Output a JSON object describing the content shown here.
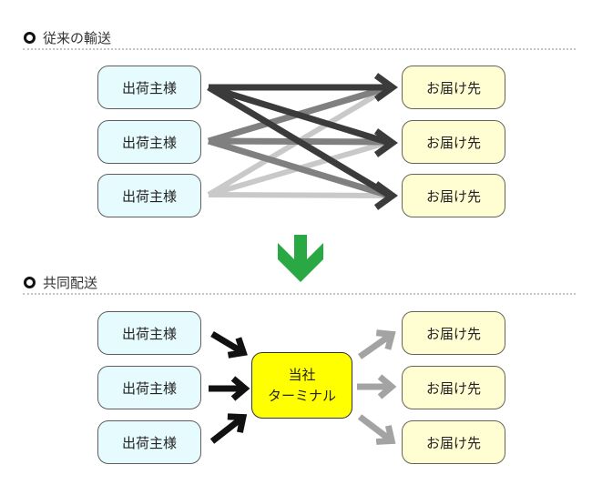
{
  "conventional": {
    "icon": "ring-bullet-icon",
    "title": "従来の輸送",
    "shippers": [
      "出荷主様",
      "出荷主様",
      "出荷主様"
    ],
    "destinations": [
      "お届け先",
      "お届け先",
      "お届け先"
    ]
  },
  "transition": {
    "icon": "green-down-arrow-icon"
  },
  "joint": {
    "icon": "ring-bullet-icon",
    "title": "共同配送",
    "shippers": [
      "出荷主様",
      "出荷主様",
      "出荷主様"
    ],
    "hub": {
      "line1": "当社",
      "line2": "ターミナル"
    },
    "destinations": [
      "お届け先",
      "お届け先",
      "お届け先"
    ]
  },
  "colors": {
    "shipper_fill": "#e6fbfd",
    "destination_fill": "#fffdd2",
    "hub_fill": "#ffff00",
    "transition_arrow": "#2aa843",
    "route_from_shipper_1": "#3b3b3b",
    "route_from_shipper_2": "#808080",
    "route_from_shipper_3": "#c9c9c9",
    "route_arrowhead": "#3b3b3b",
    "inbound_arrow": "#111111",
    "outbound_arrow": "#a3a3a3"
  }
}
